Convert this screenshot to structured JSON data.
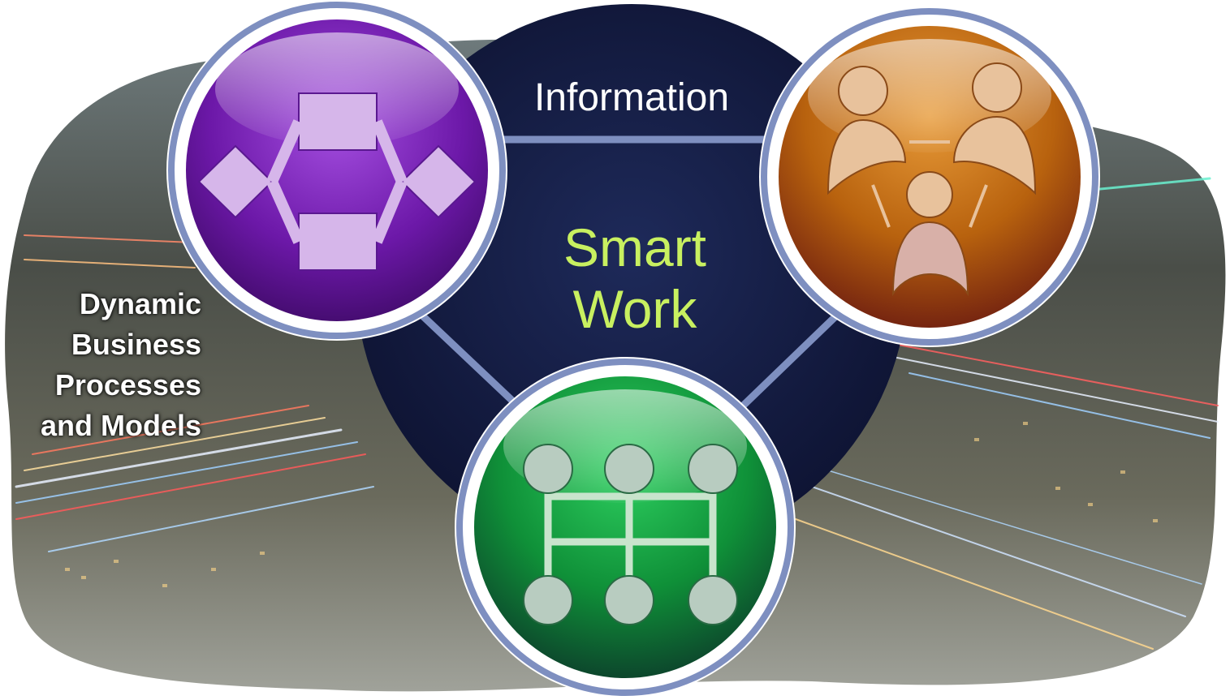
{
  "diagram": {
    "center_title_line1": "Smart",
    "center_title_line2": "Work",
    "top_label": "Information",
    "left_label_lines": [
      "Dynamic",
      "Business",
      "Processes",
      "and Models"
    ],
    "nodes": [
      {
        "name": "process-flow-node",
        "icon": "process-flow-icon",
        "color": "#7a1fb0"
      },
      {
        "name": "people-collaboration-node",
        "icon": "people-collaboration-icon",
        "color": "#b86a12"
      },
      {
        "name": "network-hierarchy-node",
        "icon": "network-hierarchy-icon",
        "color": "#14a040"
      }
    ],
    "colors": {
      "center_fill": "#141a3c",
      "connector": "#7e8fc0",
      "center_text": "#c8f060",
      "top_text": "#ffffff"
    }
  }
}
